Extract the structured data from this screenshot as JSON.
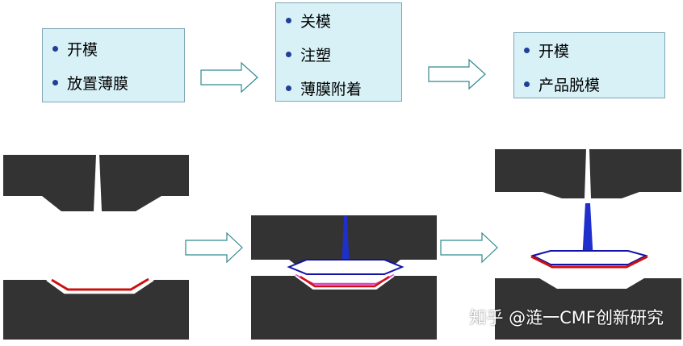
{
  "steps": [
    {
      "items": [
        "开模",
        "放置薄膜"
      ]
    },
    {
      "items": [
        "关模",
        "注塑",
        "薄膜附着"
      ]
    },
    {
      "items": [
        "开模",
        "产品脱模"
      ]
    }
  ],
  "watermark": "知乎 @涟一CMF创新研究",
  "colors": {
    "box_fill": "#d7f1f7",
    "box_border": "#7fa7b6",
    "bullet": "#1f3f99",
    "mold": "#333333",
    "film_red": "#cc1111",
    "film_blue": "#1111aa",
    "film_magenta": "#dd44cc",
    "injection": "#1f2fcc",
    "arrow_stroke": "#2f8a8f"
  }
}
